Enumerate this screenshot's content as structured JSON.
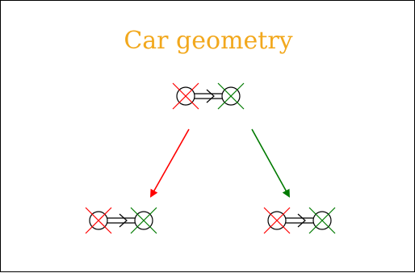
{
  "title": "Car geometry",
  "colors": {
    "title": "#f2a81d",
    "left_arrow": "#ff0000",
    "right_arrow": "#007a00",
    "back_cross": "#ff0000",
    "front_cross": "#007a00",
    "outline": "#000000"
  },
  "cars": [
    "top-car",
    "bottom-left-car",
    "bottom-right-car"
  ],
  "arrows": [
    "left-arrow",
    "right-arrow"
  ]
}
